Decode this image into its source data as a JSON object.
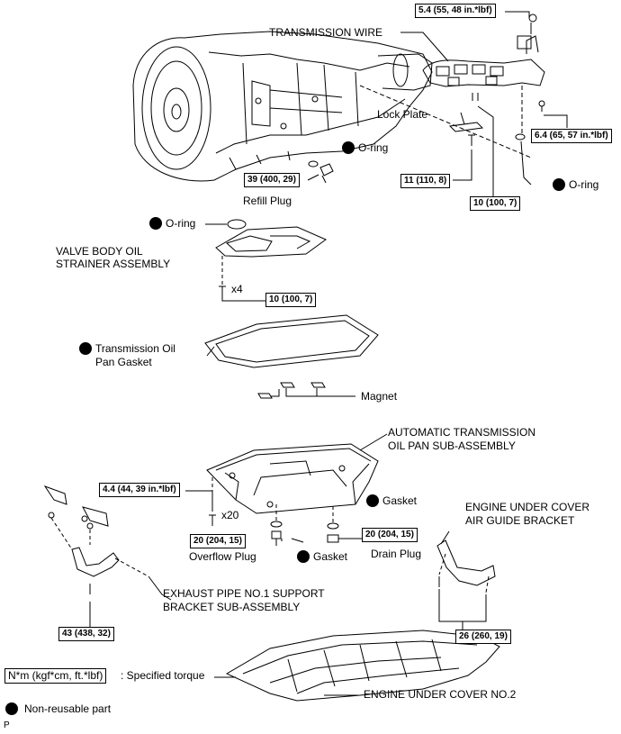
{
  "torques": {
    "wire_bolt_top": "5.4 (55, 48 in.*lbf)",
    "wire_bolt_right": "6.4 (65, 57 in.*lbf)",
    "refill_plug": "39 (400, 29)",
    "lock_plate_bolt": "11 (110, 8)",
    "wire_clamp_bolt": "10 (100, 7)",
    "strainer_bolt": "10 (100, 7)",
    "oil_pan_bolt": "4.4 (44, 39 in.*lbf)",
    "overflow_plug": "20 (204, 15)",
    "drain_plug": "20 (204, 15)",
    "exhaust_bracket_bolt": "43 (438, 32)",
    "under_cover_bracket_bolt": "26 (260, 19)"
  },
  "labels": {
    "transmission_wire": "TRANSMISSION WIRE",
    "lock_plate": "Lock Plate",
    "oring_1": "O-ring",
    "oring_2": "O-ring",
    "oring_3": "O-ring",
    "refill_plug": "Refill Plug",
    "strainer_line1": "VALVE BODY OIL",
    "strainer_line2": "STRAINER ASSEMBLY",
    "strainer_qty": "x4",
    "gasket_line1": "Transmission Oil",
    "gasket_line2": "Pan Gasket",
    "magnet": "Magnet",
    "oil_pan_line1": "AUTOMATIC TRANSMISSION",
    "oil_pan_line2": "OIL PAN SUB-ASSEMBLY",
    "oil_pan_qty": "x20",
    "gasket_a": "Gasket",
    "gasket_b": "Gasket",
    "overflow_plug": "Overflow Plug",
    "drain_plug": "Drain Plug",
    "cover_bracket_line1": "ENGINE UNDER COVER",
    "cover_bracket_line2": "AIR GUIDE BRACKET",
    "exhaust_line1": "EXHAUST PIPE NO.1 SUPPORT",
    "exhaust_line2": "BRACKET SUB-ASSEMBLY",
    "under_cover": "ENGINE UNDER COVER NO.2"
  },
  "legend": {
    "torque_unit": "N*m (kgf*cm, ft.*lbf)",
    "torque_desc": ": Specified torque",
    "nonreusable": "Non-reusable part"
  },
  "footer_code": "P"
}
